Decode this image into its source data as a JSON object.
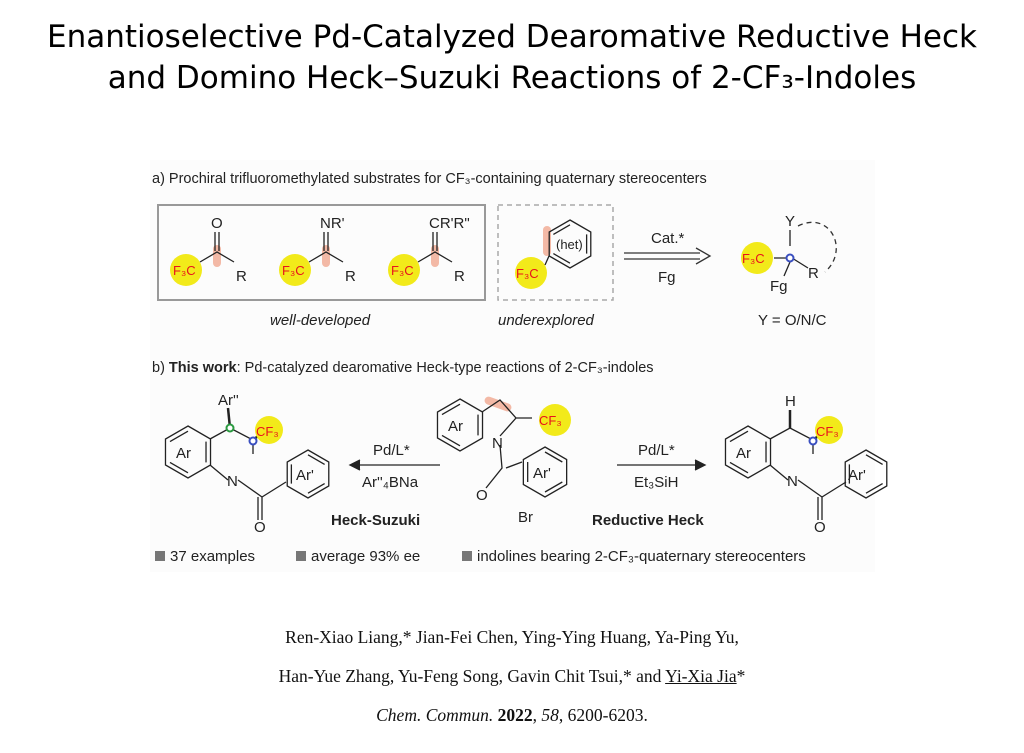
{
  "title": {
    "line1": "Enantioselective Pd-Catalyzed Dearomative Reductive Heck",
    "line2": "and Domino Heck–Suzuki Reactions of 2-CF₃-Indoles"
  },
  "scheme": {
    "part_a": {
      "caption": "a) Prochiral trifluoromethylated substrates for CF₃-containing quaternary stereocenters",
      "substrates": [
        "O",
        "NR'",
        "CR'R\""
      ],
      "f3c": "F₃C",
      "r": "R",
      "het": "(het)",
      "label_well": "well-developed",
      "label_under": "underexplored",
      "arrow_top": "Cat.*",
      "arrow_bottom": "Fg",
      "product_y": "Y",
      "product_fg": "Fg",
      "product_note": "Y = O/N/C"
    },
    "part_b": {
      "caption_prefix": "b) ",
      "caption_bold": "This work",
      "caption_rest": ": Pd-catalyzed dearomative Heck-type reactions of 2-CF₃-indoles",
      "ar": "Ar",
      "ar_prime": "Ar'",
      "ar_dprime": "Ar''",
      "cf3": "CF₃",
      "n": "N",
      "o": "O",
      "h": "H",
      "br": "Br",
      "left_arrow_top": "Pd/L*",
      "left_arrow_bottom": "Ar''₄BNa",
      "left_name": "Heck-Suzuki",
      "right_arrow_top": "Pd/L*",
      "right_arrow_bottom": "Et₃SiH",
      "right_name": "Reductive Heck",
      "bullets": [
        "37 examples",
        "average 93% ee",
        "indolines bearing 2-CF₃-quaternary stereocenters"
      ]
    },
    "colors": {
      "highlight": "#f2ea1a",
      "bond_highlight": "#f0a890",
      "red": "#e8141c",
      "blue": "#3a4fc0",
      "green": "#2a9a40"
    }
  },
  "citation": {
    "authors_line1": "Ren-Xiao Liang,* Jian-Fei Chen, Ying-Ying Huang, Ya-Ping Yu,",
    "authors_line2a": "Han-Yue Zhang, Yu-Feng Song, Gavin Chit Tsui,* and ",
    "authors_line2b": "Yi-Xia Jia",
    "authors_line2c": "*",
    "journal": "Chem. Commun.",
    "year": "2022",
    "volume": "58",
    "pages": ", 6200-6203."
  }
}
